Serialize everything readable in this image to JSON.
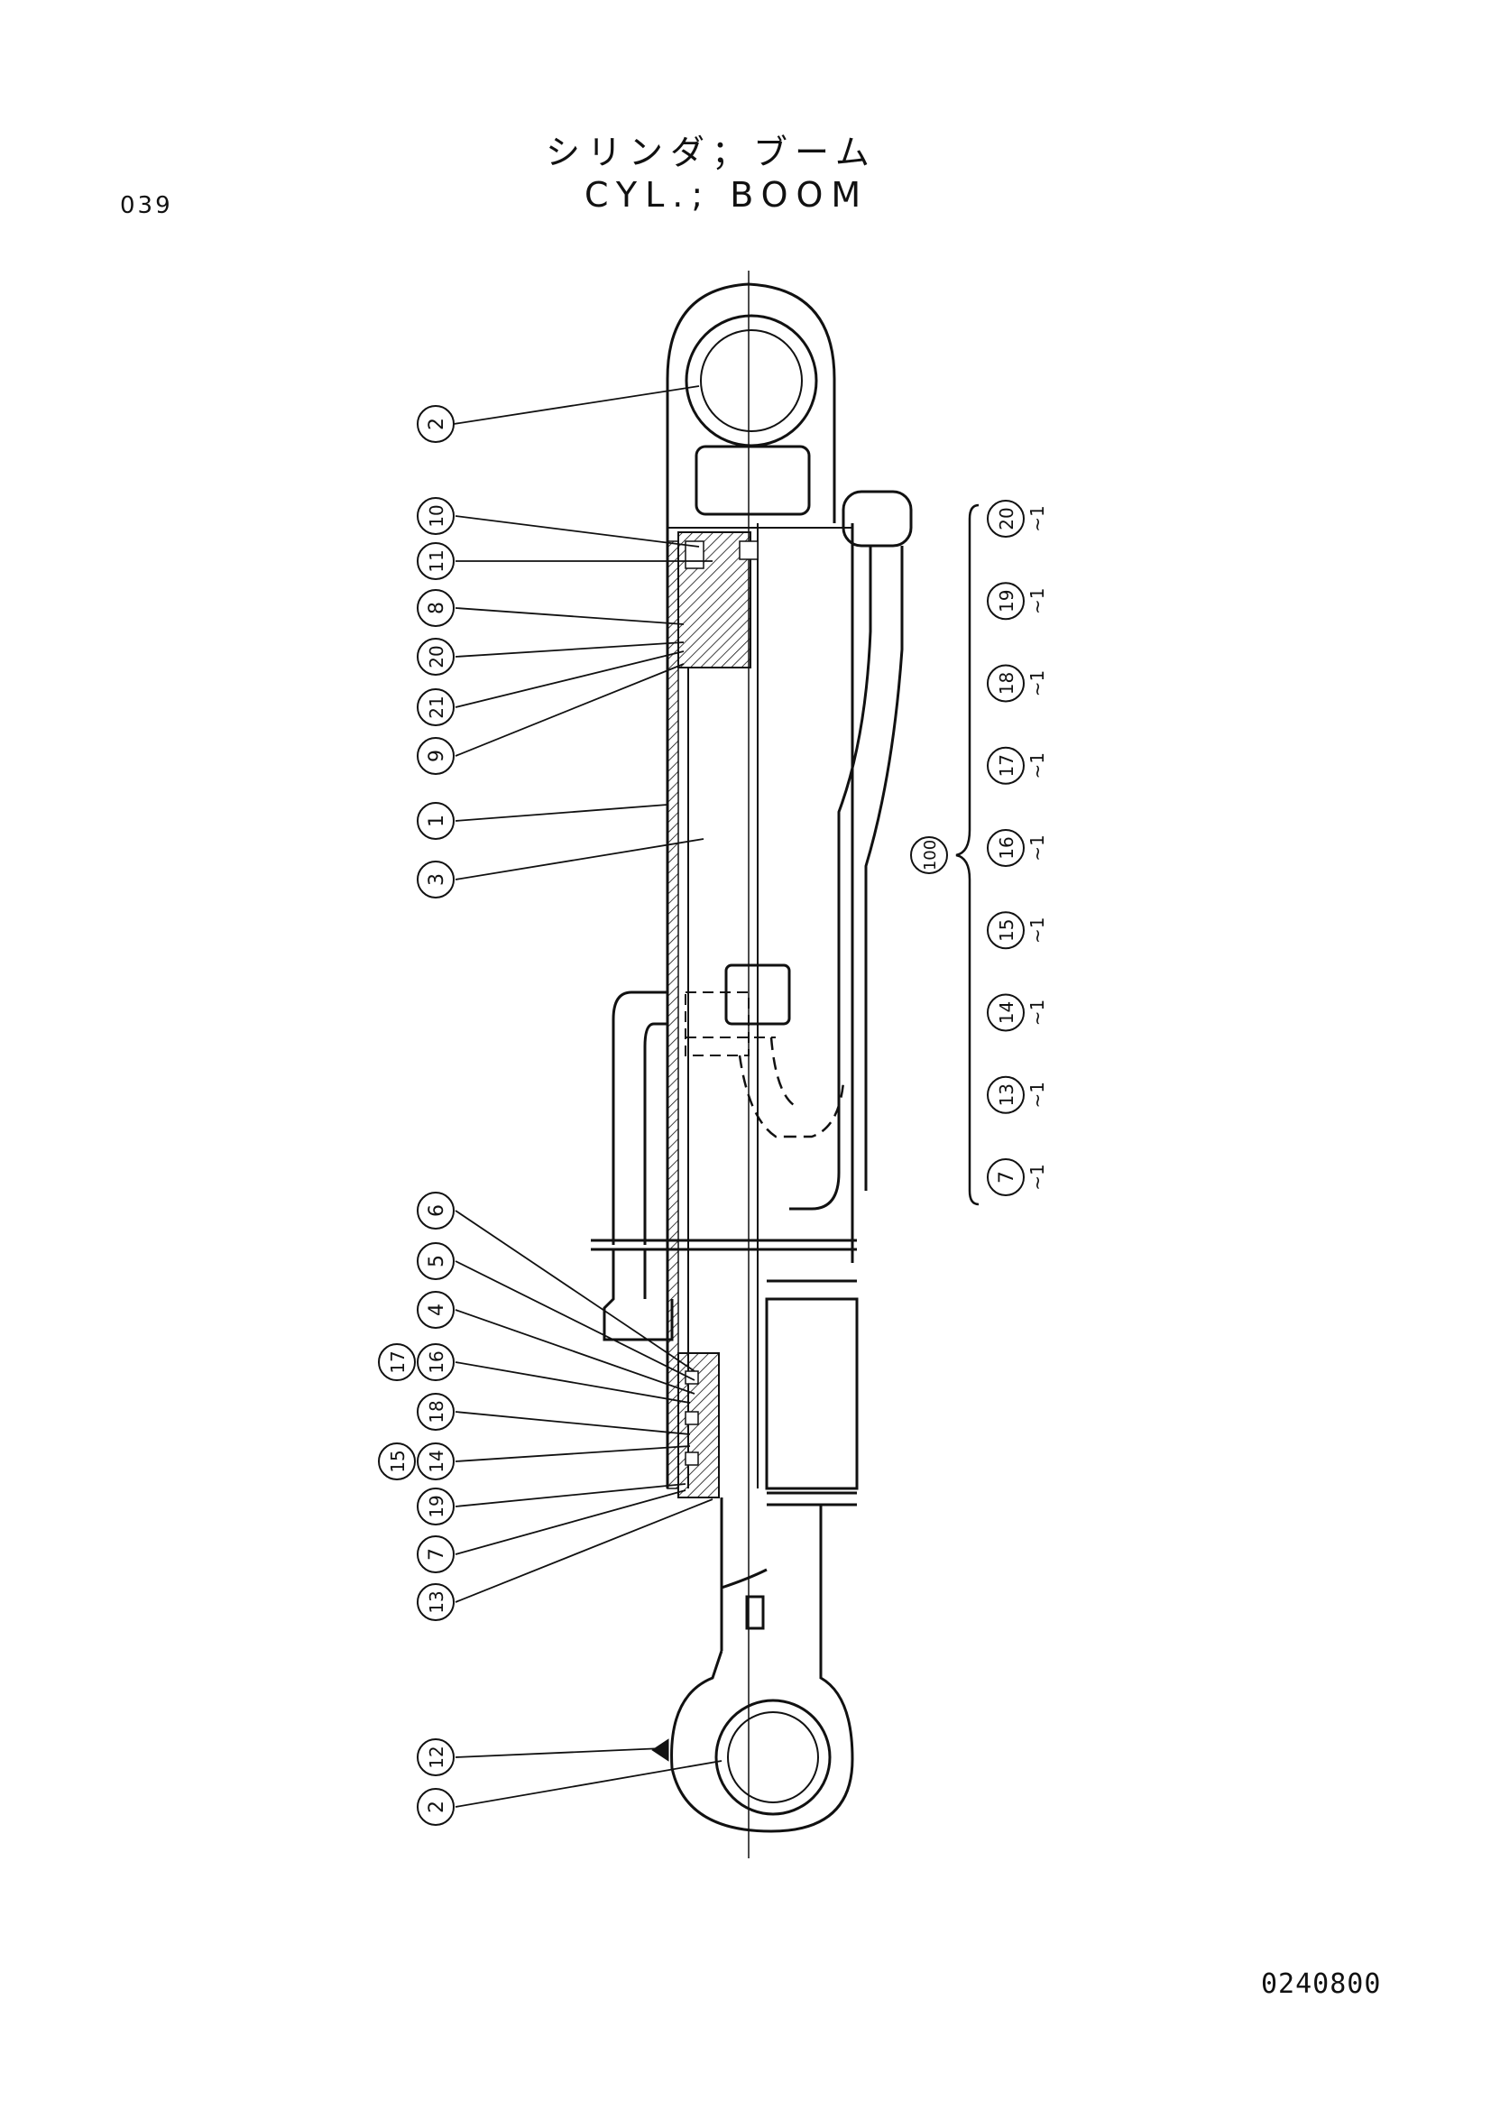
{
  "header": {
    "page_number": "039",
    "title_jp": "シリンダ；ブーム",
    "title_en": "CYL.; BOOM"
  },
  "footer": {
    "drawing_code": "0240800"
  },
  "callouts": {
    "top_eye": "2",
    "c10": "10",
    "c11": "11",
    "c8": "8",
    "c20": "20",
    "c21": "21",
    "c9": "9",
    "c1": "1",
    "c3": "3",
    "c6": "6",
    "c5": "5",
    "c4": "4",
    "c17": "17",
    "c16": "16",
    "c18": "18",
    "c15": "15",
    "c14": "14",
    "c19": "19",
    "c7": "7",
    "c13": "13",
    "c12": "12",
    "bottom_eye": "2"
  },
  "seal_kit": {
    "label": "100",
    "items": [
      "7",
      "13",
      "14",
      "15",
      "16",
      "17",
      "18",
      "19",
      "20"
    ],
    "suffix": "-1",
    "separator": "~"
  }
}
